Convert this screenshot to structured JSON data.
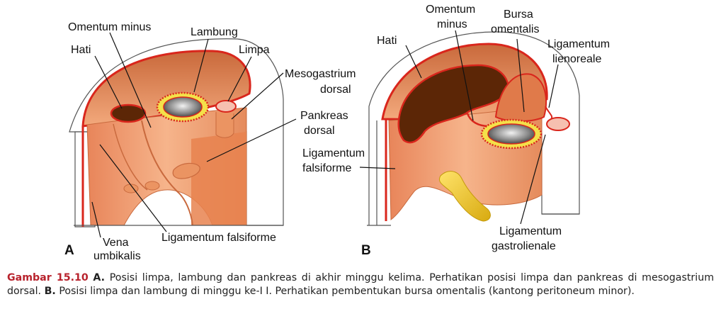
{
  "panel_a": {
    "letter": "A",
    "labels": {
      "omentum_minus": "Omentum minus",
      "lambung": "Lambung",
      "hati": "Hati",
      "limpa": "Limpa",
      "mesogastrium_1": "Mesogastrium",
      "mesogastrium_2": "dorsal",
      "pankreas_1": "Pankreas",
      "pankreas_2": "dorsal",
      "vena_1": "Vena",
      "vena_2": "umbikalis",
      "ligamentum_falsiforme": "Ligamentum falsiforme"
    }
  },
  "panel_b": {
    "letter": "B",
    "labels": {
      "omentum_1": "Omentum",
      "omentum_2": "minus",
      "bursa_1": "Bursa",
      "bursa_2": "omentalis",
      "hati": "Hati",
      "lieno_1": "Ligamentum",
      "lieno_2": "lienoreale",
      "falsi_1": "Ligamentum",
      "falsi_2": "falsiforme",
      "gastro_1": "Ligamentum",
      "gastro_2": "gastrolienale"
    }
  },
  "caption": {
    "figure_number": "Gambar 15.10",
    "part_a_letter": "A.",
    "part_a_text": "Posisi limpa, lambung dan pankreas di akhir minggu kelima. Perhatikan posisi limpa dan pankreas di mesogastrium dorsal.",
    "part_b_letter": "B.",
    "part_b_text": "Posisi limpa dan lambung di minggu ke-I I. Perhatikan pembentukan bursa omentalis (kantong peritoneum minor)."
  },
  "colors": {
    "tissue": "#f2a477",
    "tissue_dark": "#e07a4a",
    "liver": "#5c2606",
    "outline_red": "#d9261c",
    "stomach_ring": "#f4e04a",
    "caption_accent": "#b8232d",
    "pancreas_yellow": "#e8c51a"
  }
}
